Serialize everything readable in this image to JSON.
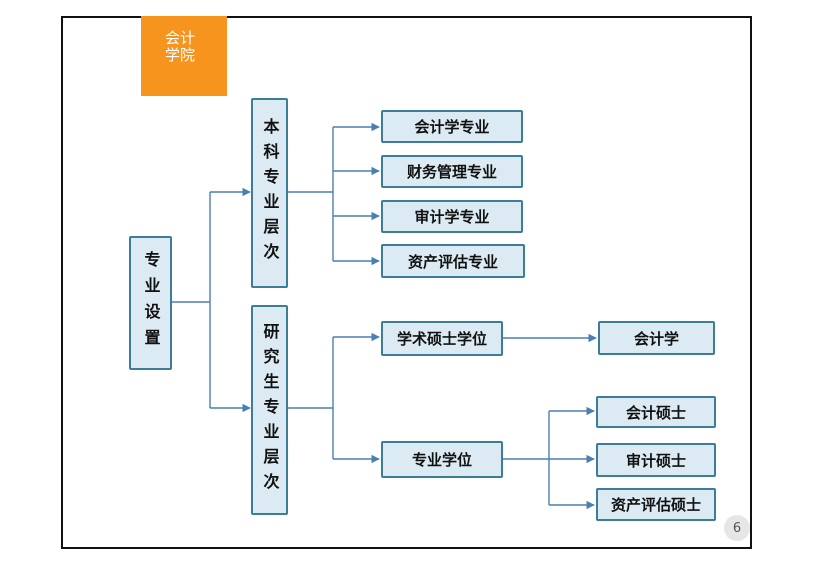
{
  "tag": {
    "line1": "会计",
    "line2": "学院"
  },
  "root": "专业设置",
  "branches": [
    {
      "label": "本科专业层次",
      "children": [
        "会计学专业",
        "财务管理专业",
        "审计学专业",
        "资产评估专业"
      ]
    },
    {
      "label": "研究生专业层次",
      "children": [
        {
          "label": "学术硕士学位",
          "children": [
            "会计学"
          ]
        },
        {
          "label": "专业学位",
          "children": [
            "会计硕士",
            "审计硕士",
            "资产评估硕士"
          ]
        }
      ]
    }
  ],
  "colors": {
    "line": "#4a7fb3",
    "node_fill": "#dcebf3",
    "node_border": "#3e7d98",
    "tag_fill": "#f7941d"
  },
  "page_number": "6"
}
